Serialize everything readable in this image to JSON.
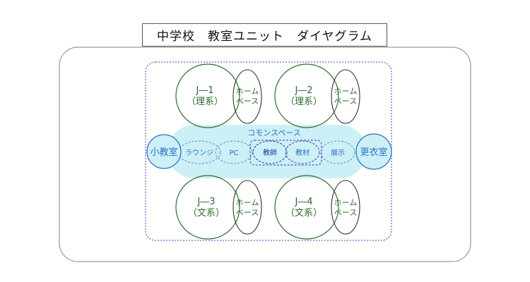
{
  "title": "中学校　教室ユニット　ダイヤグラム",
  "classrooms": [
    {
      "line1": "J―1",
      "line2": "（理系）"
    },
    {
      "line1": "J―2",
      "line2": "（理系）"
    },
    {
      "line1": "J―3",
      "line2": "（文系）"
    },
    {
      "line1": "J―4",
      "line2": "（文系）"
    }
  ],
  "home_base": {
    "line1": "ホーム",
    "line2": "ベース"
  },
  "common_space": {
    "label": "コモンスペース",
    "items": [
      "ラウンジ",
      "PC",
      "教師",
      "教材",
      "展示"
    ]
  },
  "small_classroom": "小教室",
  "changing_room": "更衣室",
  "colors": {
    "green": "#2f6a2f",
    "blue": "#2a72c4",
    "dark_blue": "#1f2fa8",
    "common_fill": "#ccf0f6",
    "outline": "#999999"
  }
}
